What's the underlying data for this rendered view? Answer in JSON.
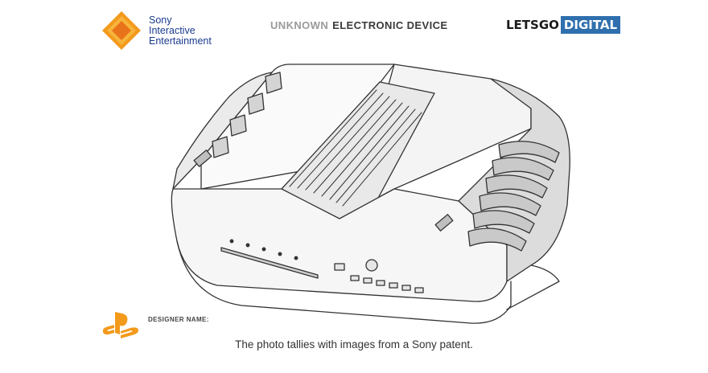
{
  "header": {
    "brand_lines": [
      "Sony",
      "Interactive",
      "Entertainment"
    ],
    "title_part1": "UNKNOWN",
    "title_part2": "ELECTRONIC DEVICE",
    "watermark_part1": "LETSGO",
    "watermark_part2": "DIGITAL"
  },
  "drawing": {
    "subject": "patent line drawing of a console devkit",
    "designer_label": "DESIGNER NAME:"
  },
  "caption": "The photo tallies with images from a Sony patent.",
  "colors": {
    "brand_text": "#1b3b8f",
    "watermark_blue": "#2f6fad",
    "logo_orange": "#f39a1c",
    "line": "#333333"
  }
}
